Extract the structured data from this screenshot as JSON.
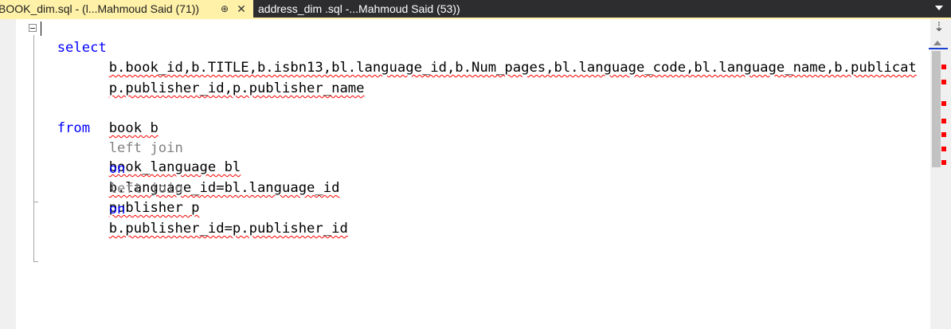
{
  "tabs": [
    {
      "title": "BOOK_dim.sql - (l...Mahmoud Said (71))",
      "pin_glyph": "⊕",
      "close_glyph": "✕",
      "active": true
    },
    {
      "title": "address_dim .sql -...Mahmoud Said (53))",
      "active": false
    }
  ],
  "editor": {
    "lines": {
      "l1_kw": "select",
      "l2": "b.book_id,b.TITLE,b.isbn13,bl.language_id,b.Num_pages,bl.language_code,bl.language_name,b.publicat",
      "l3": "p.publisher_id,p.publisher_name",
      "l5_kw": "from",
      "l5_rest": "book b",
      "l6_kw": "left join",
      "l6_rest": "book_language bl",
      "l7_kw": "on",
      "l7_rest": "b.language_id=bl.language_id",
      "l8_kw": "left join",
      "l8_rest": "publisher p",
      "l9_kw": "on",
      "l9_rest": "b.publisher_id=p.publisher_id"
    }
  },
  "scrollbar": {
    "split_glyph": "⇣"
  },
  "colors": {
    "tab_active_bg": "#fff1a8",
    "tab_strip_bg": "#2d2d30",
    "keyword": "#0000ff",
    "secondary_keyword": "#808080",
    "error_squiggle": "#ff0000",
    "error_marker": "#ff0000"
  }
}
